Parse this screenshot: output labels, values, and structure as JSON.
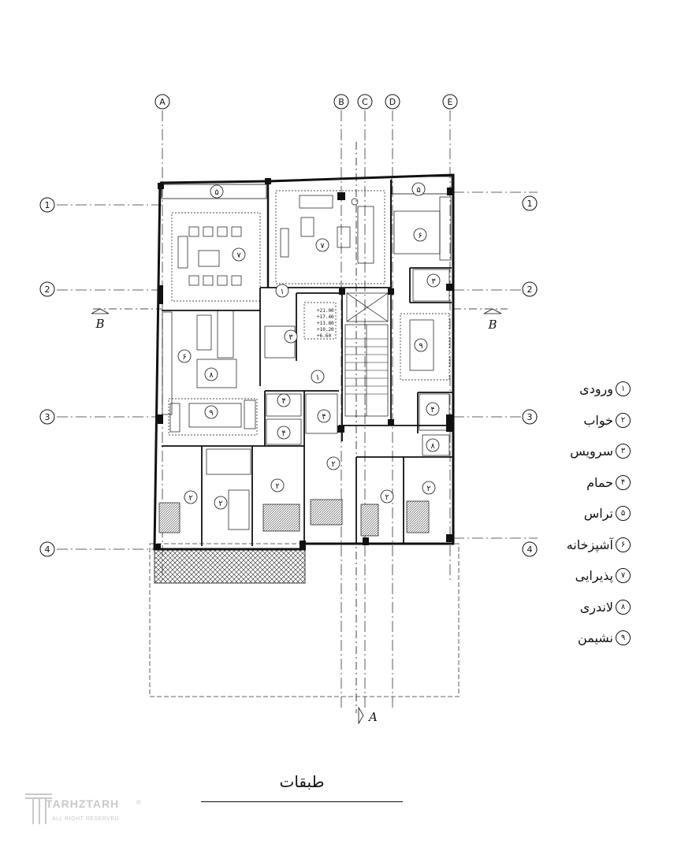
{
  "grid": {
    "columns": [
      "A",
      "B",
      "C",
      "D",
      "E"
    ],
    "rows": [
      "1",
      "2",
      "3",
      "4"
    ]
  },
  "section_marks": {
    "horizontal": "B",
    "vertical": "A"
  },
  "elevations": [
    "+21.00",
    "+17.40",
    "+13.80",
    "+10.20",
    "+6.60"
  ],
  "room_tags": {
    "terrace": "۵",
    "reception": "۷",
    "kitchen": "۶",
    "entrance": "۱",
    "service": "۳",
    "bath": "۴",
    "laundry": "۸",
    "living": "۹",
    "bedroom": "۲"
  },
  "legend": [
    {
      "num": "۱",
      "label": "ورودی"
    },
    {
      "num": "۲",
      "label": "خواب"
    },
    {
      "num": "۳",
      "label": "سرویس"
    },
    {
      "num": "۴",
      "label": "حمام"
    },
    {
      "num": "۵",
      "label": "تراس"
    },
    {
      "num": "۶",
      "label": "آشپزخانه"
    },
    {
      "num": "۷",
      "label": "پذیرایی"
    },
    {
      "num": "۸",
      "label": "لاندری"
    },
    {
      "num": "۹",
      "label": "نشیمن"
    }
  ],
  "title": "طبقات",
  "watermark": {
    "name": "TARHZTARH",
    "sub": "ALL RIGHT RESERVED",
    "mark": "®"
  }
}
